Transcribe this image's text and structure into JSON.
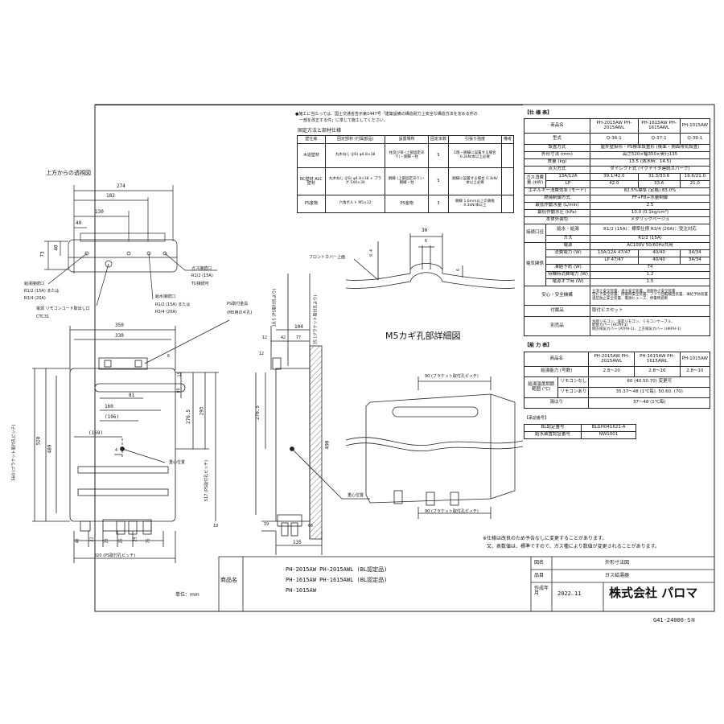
{
  "notes_top": {
    "line1": "●施工に当たっては、国土交通省告示第1447号「建築設備の構造耐力上安全な構造方法を定める件の",
    "line2": "一部を改正する件」に準じて施工してください。"
  },
  "fixing_table": {
    "title": "固定方法と部材仕様",
    "headers": [
      "壁仕様",
      "固定部材 (付属部品)",
      "設置場所",
      "固定本数",
      "引張り強度",
      "備考"
    ],
    "rows": [
      [
        "木造壁材",
        "丸木ねじ (JIS) φ4.8×38",
        "柱及び梁 (上部固定あり)・胴縁・柱",
        "5",
        "1箇・胴縁に設置する場合 0.2kN/本以上必要",
        ""
      ],
      [
        "RC壁材 ALC壁材",
        "丸木ねじ (JIS) φ4.8×38 + プラグ 5X6×30",
        "胴縁 (上部固定あり)・胴縁・柱",
        "5",
        "胴縁に設置する場合 0.3kN/本以上必要",
        ""
      ],
      [
        "PS金物",
        "六角ボルト M5×12",
        "PS金物",
        "3",
        "胴縁 1.6mm以上の鉄板 0.3kN/本以上",
        ""
      ]
    ]
  },
  "top_view": {
    "label": "上方からの透視図",
    "dims": [
      "274",
      "182",
      "130",
      "40",
      "73",
      "40"
    ],
    "gas_label": "ガス接続口",
    "gas_spec1": "R1/2 (15A)",
    "gas_spec2": "TU接続可",
    "hot_label": "給湯接続口",
    "hot_spec1": "R1/2 (15A) または",
    "hot_spec2": "R3/4 (20A)",
    "power_label": "電源 リモコンコード取出し口",
    "power_code": "CTC31",
    "water_label": "給水接続口",
    "water_spec1": "R1/2 (15A) または",
    "water_spec2": "R3/4 (20A)"
  },
  "front_view": {
    "dims": [
      "350",
      "330",
      "6",
      "15",
      "89",
      "81",
      "160",
      "(196)",
      "(169)",
      "4",
      "276.5",
      "293",
      "520",
      "489",
      "560 (ブラケット取付孔ピッチ)",
      "517 (PS取付孔ピッチ)",
      "19",
      "48",
      "25",
      "25",
      "75",
      "320 (PS取付孔ピッチ)",
      "12",
      "22",
      "29"
    ],
    "ps_label": "PS取付金具",
    "ps_label2": "(M5用のギ孔)",
    "cog_label": "重心位置",
    "unit": "単位：mm"
  },
  "side_view": {
    "dims": [
      "18.5 (PS取付孔より)",
      "104",
      "12",
      "42",
      "77",
      "35 (ブラケット取付孔より)",
      "276.5",
      "490",
      "19",
      "135",
      "66"
    ],
    "cog_label": "重心位置"
  },
  "detail": {
    "title": "M5カギ孔部詳細図",
    "cover_label": "フロントカバー上面",
    "dims": [
      "30",
      "6",
      "9.4",
      "6"
    ]
  },
  "iso_view": {
    "dim_top": "90 (ブラケット取付孔ピッチ)",
    "dim_bottom": "90 (ブラケット取付孔ピッチ)"
  },
  "spec": {
    "title": "【仕 様 表】",
    "header": [
      "商品名",
      "PH-2015AW PH-2015AWL",
      "PH-1615AW PH-1615AWL",
      "PH-1015AW"
    ],
    "model": [
      "型式",
      "Q-36-1",
      "Q-37-1",
      "Q-39-1"
    ],
    "rows": [
      [
        "設置方式",
        "屋外壁掛形・PS標準設置形 (後面・側面排気設置)"
      ],
      [
        "外形寸法 (mm)",
        "高さ520×幅350×奥行135"
      ],
      [
        "質量 (kg)",
        "13.5 (満水時：14.5)"
      ],
      [
        "点火方式",
        "ダイレクト式 (イグナイタ連続スパーク)"
      ]
    ],
    "gas_consumption_label": "ガス消費量 (kW)",
    "gas_13a": [
      "13A/12A",
      "39.1/42.0",
      "31.3/33.6",
      "19.6/21.0"
    ],
    "gas_lp": [
      "LP",
      "42.0",
      "33.6",
      "21.0"
    ],
    "rows2": [
      [
        "エネルギー消費効率 (モード)",
        "82.5%標準 (定格) 83.0%"
      ],
      [
        "燃焼制御方式",
        "FF+FB+水量制御"
      ],
      [
        "最低作動水量 (L/min)",
        "2.5"
      ],
      [
        "最低作動水圧 (kPa)",
        "10.0 (0.1kg/cm²)"
      ],
      [
        "本体外装色",
        "メタリックベージュ"
      ]
    ],
    "connection_label": "接続口径",
    "connection_rows": [
      [
        "給水・給湯",
        "R1/2 (15A)：標準仕様 R3/4 (20A)：受注対応"
      ],
      [
        "ガス",
        "R1/2 (15A)"
      ]
    ],
    "electric_label": "電気関係",
    "electric_rows": [
      [
        "電源",
        "AC100V 50/60Hz共用"
      ],
      [
        "消費電力 (W)",
        "13A/12A 47/47",
        "40/40",
        "34/34"
      ],
      [
        "",
        "LP 47/47",
        "40/40",
        "34/34"
      ],
      [
        "凍結予防 (W)",
        "74"
      ],
      [
        "待機時消費電力 (W)",
        "1.2"
      ],
      [
        "電源オフ時 (W)",
        "1.5"
      ]
    ],
    "safety_label": "安心・安全機構",
    "safety_text1": "立消え安全装置、過大安全装置、過熱防止安全装置",
    "safety_text2": "空だき安全装置、停電時安全装置、ファン回転検出装置、凍結予防装置",
    "safety_text3": "過圧防止安全装置、電源ヒューズ、停電時遮断",
    "accessory_label": "付属品",
    "accessory_text": "取付ビスセット",
    "option_label": "別売品",
    "option_text1": "台所リモコン、浴室リモコン、リモコンケーブル、",
    "option_text2": "配管カバー (HCPH-1)",
    "option_text3": "側方排気カバー (ATPH-1)、上方排気カバー (HKPH-1)"
  },
  "ability": {
    "title": "【能 力 表】",
    "header": [
      "商品名",
      "PH-2015AW PH-2015AWL",
      "PH-1615AW PH-1615AWL",
      "PH-1015AW"
    ],
    "row1": [
      "給湯能力 (号数)",
      "2.8〜20",
      "2.8〜16",
      "2.8〜10"
    ],
    "temp_label": "給湯温度調節範囲 (℃)",
    "row_no_remote": [
      "リモコンなし",
      "60 (40.50.70) 変更可"
    ],
    "row_remote": [
      "リモコンあり",
      "35.37〜48 (1℃毎). 50.60. (70)"
    ],
    "row_bath": [
      "湯はり",
      "37〜48 (1℃毎)"
    ]
  },
  "approval": {
    "title": "【承認番号】",
    "rows": [
      [
        "BL認定番号",
        "BLGH041621-A"
      ],
      [
        "給水装置認証番号",
        "NW1001"
      ]
    ]
  },
  "notice": {
    "line1": "※仕様は改良のため予告なしに変更することがあります。",
    "line2": "又、表数値は、標準ですので、ガス種により数値が変更されることがあります。"
  },
  "titleblock": {
    "product_label": "商品名",
    "products1": "PH-2015AW  PH-2015AWL (BL認定品)",
    "products2": "PH-1615AW  PH-1615AWL (BL認定品)",
    "products3": "PH-1015AW",
    "drawing_label": "図名",
    "drawing_value": "外形寸法図",
    "item_label": "品目",
    "item_value": "ガス給湯器",
    "date_label": "作成年月",
    "date_value": "2022.11",
    "company": "株式会社 パロマ",
    "doc_number": "G41-24000-S⑤"
  }
}
